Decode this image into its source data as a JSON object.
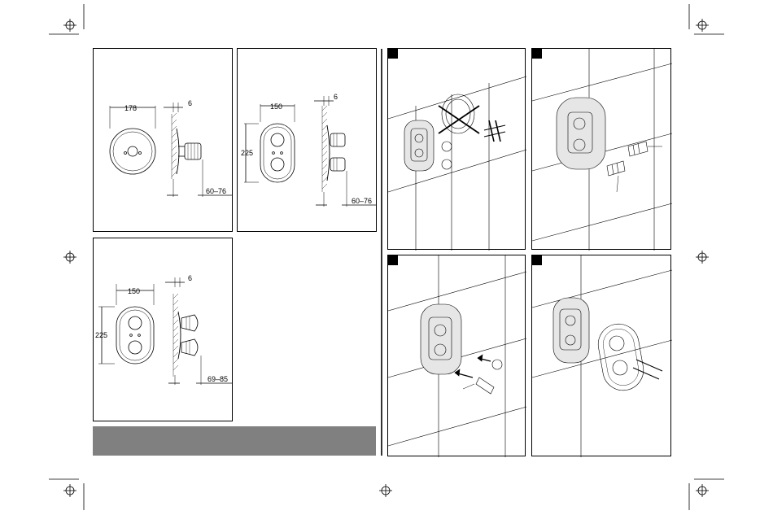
{
  "colors": {
    "line": "#000000",
    "panel_bg": "#ffffff",
    "footer_bar": "#808080",
    "skin_hatch": "#cfcfcf"
  },
  "dimensions": {
    "d1_width": "178",
    "d1_depth": "6",
    "d1_proj": "60–76",
    "d2_width": "150",
    "d2_height": "225",
    "d2_depth": "6",
    "d2_proj": "60–76",
    "d3_width": "150",
    "d3_height": "225",
    "d3_depth": "6",
    "d3_proj": "69–85"
  },
  "icons": {
    "registration": "crosshair-register-mark",
    "step_marker": "black-square-marker"
  }
}
